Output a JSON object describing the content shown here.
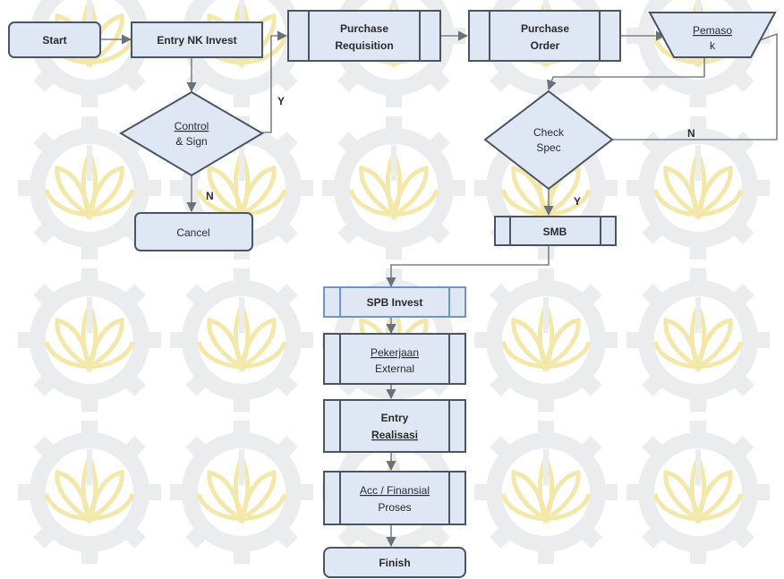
{
  "diagram": {
    "nodes": {
      "start": {
        "label": "Start"
      },
      "entry_nk": {
        "label": "Entry NK Invest"
      },
      "purchase_req": {
        "label_line1": "Purchase",
        "label_line2": "Requisition"
      },
      "purchase_order": {
        "label_line1": "Purchase",
        "label_line2": "Order"
      },
      "pemasok": {
        "label_line1": "Pemaso",
        "label_line2": "k"
      },
      "control_sign": {
        "label_line1": "Control",
        "label_line2": "& Sign"
      },
      "check_spec": {
        "label_line1": "Check",
        "label_line2": "Spec"
      },
      "cancel": {
        "label": "Cancel"
      },
      "smb": {
        "label": "SMB"
      },
      "spb_invest": {
        "label": "SPB Invest"
      },
      "pekerjaan": {
        "label_line1": "Pekerjaan",
        "label_line2": "External"
      },
      "entry_realisasi": {
        "label_line1": "Entry",
        "label_line2": "Realisasi"
      },
      "acc_finansial": {
        "label_line1": "Acc / Finansial",
        "label_line2": "Proses"
      },
      "finish": {
        "label": "Finish"
      }
    },
    "edge_labels": {
      "control_yes": "Y",
      "control_no": "N",
      "check_no": "N",
      "check_yes": "Y"
    }
  },
  "colors": {
    "node_fill": "#dfe6f4",
    "node_stroke": "#4a5462",
    "highlight_stroke": "#6f95c9",
    "connector": "#7d838a",
    "text": "#2b2b2b",
    "watermark_gold": "#f3e6a6",
    "watermark_gray": "#e9ebee"
  }
}
